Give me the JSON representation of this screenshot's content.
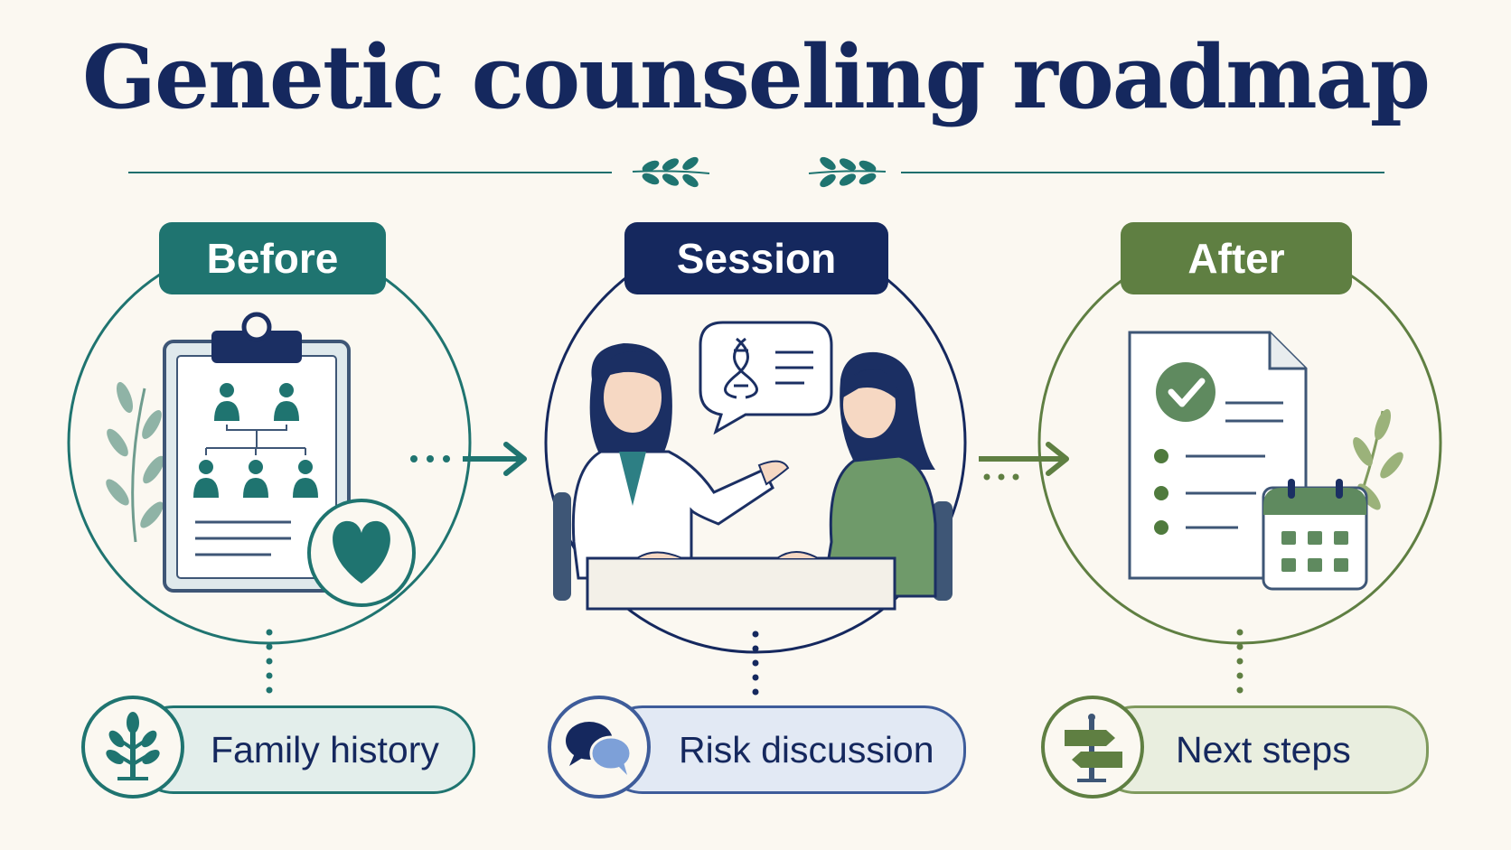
{
  "title": "Genetic counseling roadmap",
  "colors": {
    "navy": "#15285e",
    "teal": "#1f7470",
    "green": "#5f7f42",
    "background": "#fbf8f1"
  },
  "stages": [
    {
      "tab": "Before",
      "pill": "Family history",
      "color": "#1f7470",
      "icon": "family-tree-icon",
      "pill_icon": "tree-icon"
    },
    {
      "tab": "Session",
      "pill": "Risk discussion",
      "color": "#15285e",
      "icon": "counseling-conversation-icon",
      "pill_icon": "chat-bubbles-icon"
    },
    {
      "tab": "After",
      "pill": "Next steps",
      "color": "#5f7f42",
      "icon": "care-plan-document-icon",
      "pill_icon": "signpost-icon"
    }
  ]
}
